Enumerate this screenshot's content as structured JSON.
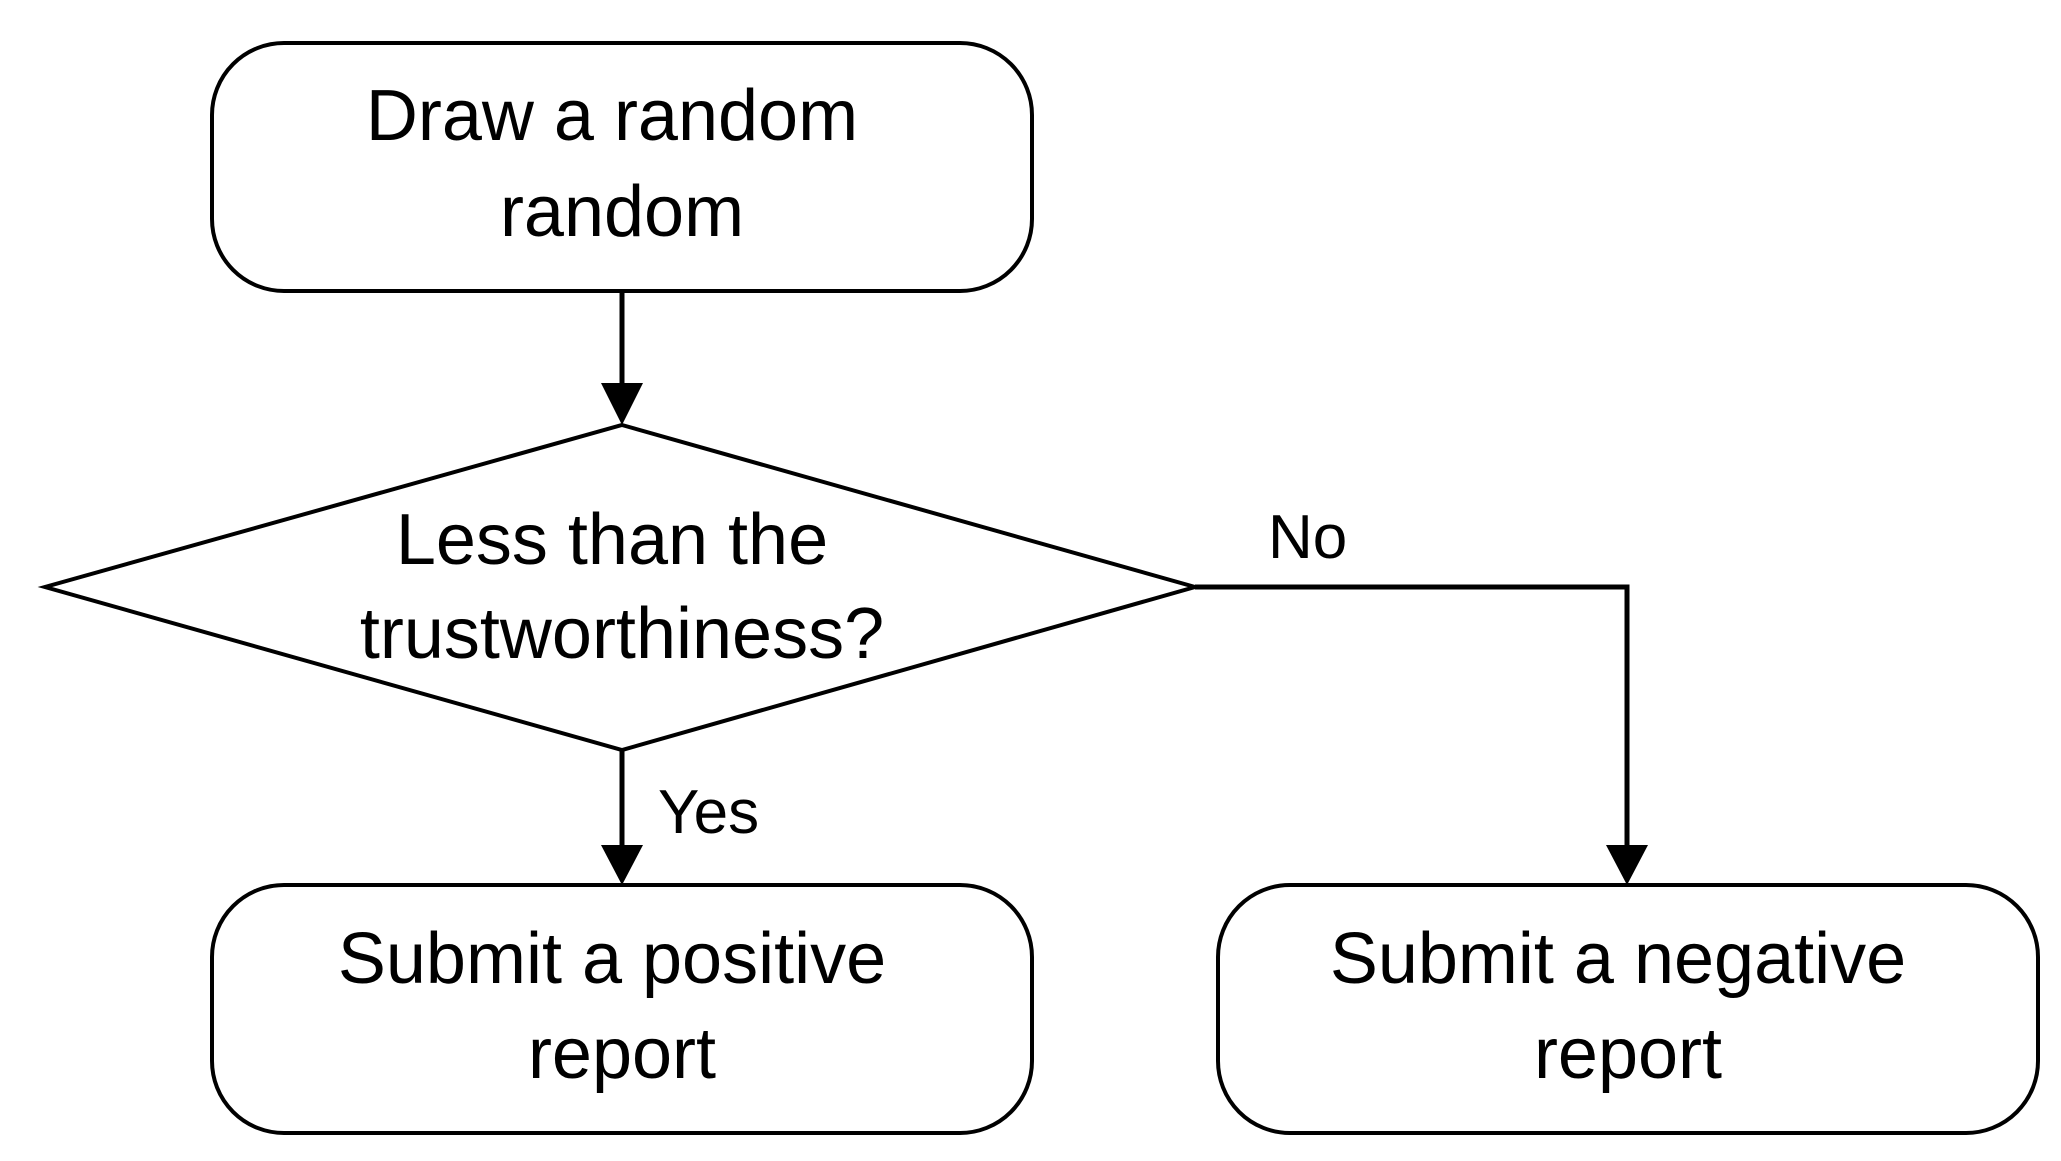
{
  "diagram": {
    "nodes": {
      "start": {
        "lines": [
          "Draw a random",
          "random"
        ]
      },
      "decision": {
        "lines": [
          "Less than the",
          "trustworthiness?"
        ]
      },
      "positive": {
        "lines": [
          "Submit a positive",
          "report"
        ]
      },
      "negative": {
        "lines": [
          "Submit a negative",
          "report"
        ]
      }
    },
    "edges": {
      "no_label": "No",
      "yes_label": "Yes"
    }
  }
}
